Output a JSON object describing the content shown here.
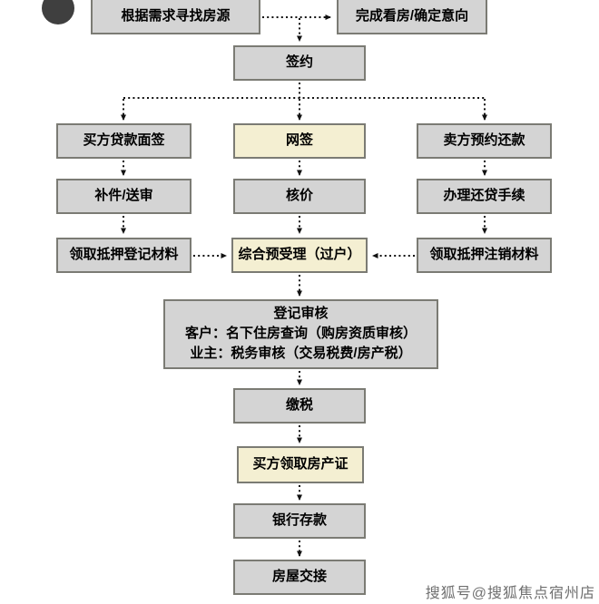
{
  "flowchart": {
    "nodes": {
      "find_listing": "根据需求寻找房源",
      "confirm_intent": "完成看房/确定意向",
      "sign_contract": "签约",
      "buyer_loan_interview": "买方贷款面签",
      "online_sign": "网签",
      "seller_repay_appointment": "卖方预约还款",
      "supplement_review": "补件/送审",
      "price_check": "核价",
      "loan_repayment_procedure": "办理还贷手续",
      "mortgage_registration_materials": "领取抵押登记材料",
      "pre_acceptance_transfer": "综合预受理（过户）",
      "mortgage_cancellation_materials": "领取抵押注销材料",
      "registration_review_title": "登记审核",
      "registration_review_line1": "客户：名下住房查询（购房资质审核）",
      "registration_review_line2": "业主：税务审核（交易税费/房产税）",
      "pay_tax": "缴税",
      "get_property_certificate": "买方领取房产证",
      "bank_deposit": "银行存款",
      "house_handover": "房屋交接"
    },
    "colors": {
      "box_gray": "#d4d4d4",
      "box_yellow": "#f4efd2",
      "border": "#7b7b74",
      "arrow": "#111111",
      "watermark_text": "#6f6f6f"
    }
  },
  "watermark": {
    "text": "搜狐号@搜狐焦点宿州店"
  }
}
